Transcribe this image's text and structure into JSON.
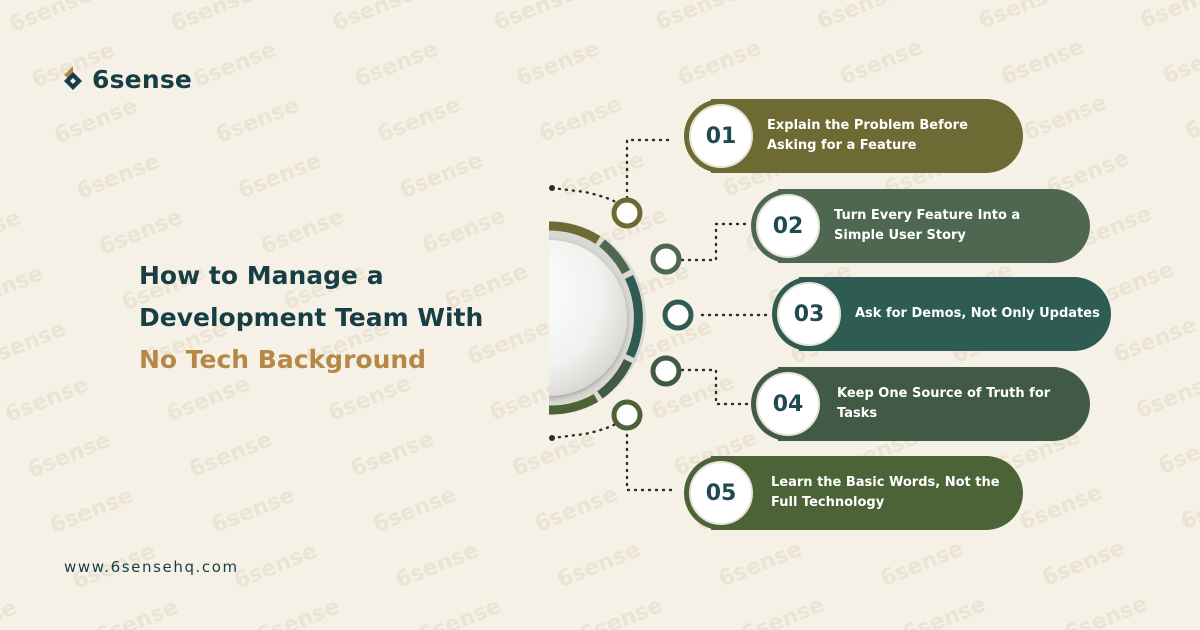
{
  "brand": {
    "name": "6sense",
    "url": "www.6sensehq.com",
    "colors": {
      "dark_teal": "#173e45",
      "gold": "#b58848",
      "background": "#f6f1e6"
    }
  },
  "headline": {
    "line1": "How to Manage a",
    "line2": "Development Team With",
    "line3": "No Tech Background"
  },
  "steps": [
    {
      "number": "01",
      "text": "Explain the Problem Before Asking for a Feature",
      "color": "#6e6a33",
      "ring_color": "#6e6a33"
    },
    {
      "number": "02",
      "text": "Turn Every Feature Into a Simple User Story",
      "color": "#4e6750",
      "ring_color": "#4e6750"
    },
    {
      "number": "03",
      "text": "Ask for Demos, Not Only Updates",
      "color": "#2e5c52",
      "ring_color": "#2e5c52"
    },
    {
      "number": "04",
      "text": "Keep One Source of Truth for Tasks",
      "color": "#415a45",
      "ring_color": "#415a45"
    },
    {
      "number": "05",
      "text": "Learn the Basic Words, Not the Full Technology",
      "color": "#4b6336",
      "ring_color": "#4b6336"
    }
  ]
}
